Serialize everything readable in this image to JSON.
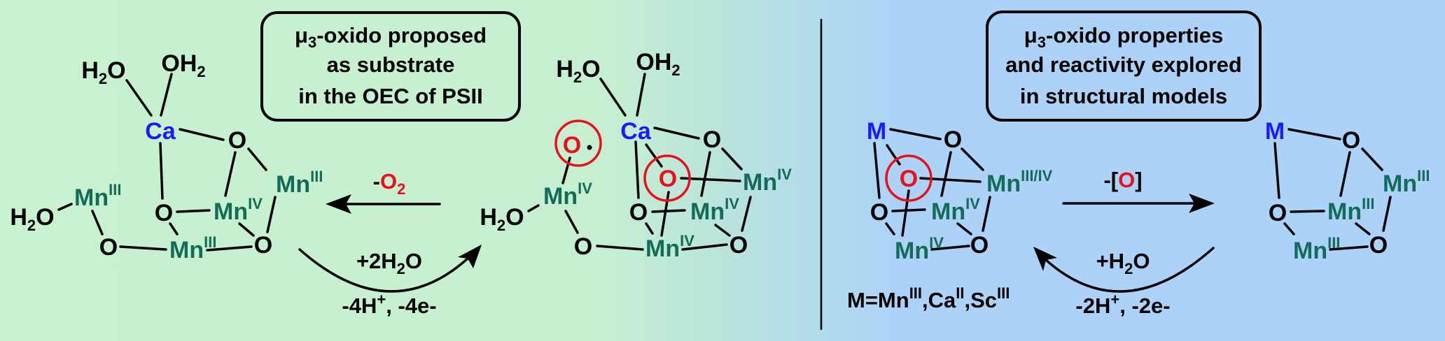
{
  "colors": {
    "left_bg": "#c7f1cf",
    "right_bg": "#acd3f7",
    "mn": "#136b5a",
    "metal": "#1a1aff",
    "oxygen_highlight": "#e8111b"
  },
  "left_box": {
    "line1": {
      "mu": "μ",
      "sub": "3",
      "rest": "-oxido proposed"
    },
    "line2": "as substrate",
    "line3": "in the OEC of PSII"
  },
  "right_box": {
    "line1": {
      "mu": "μ",
      "sub": "3",
      "rest": "-oxido properties"
    },
    "line2": "and reactivity explored",
    "line3": "in structural models"
  },
  "atoms": {
    "O": "O",
    "Ca": "Ca",
    "M": "M",
    "Mn": "Mn",
    "H": "H",
    "two": "2",
    "radical_dot": "·"
  },
  "ox": {
    "III": "III",
    "IV": "IV",
    "III_IV": "III/IV",
    "II": "II"
  },
  "left_reaction": {
    "forward_label": {
      "minus": "-",
      "O": "O",
      "sub": "2"
    },
    "reverse_top": {
      "pre": "+2H",
      "sub": "2",
      "post": "O"
    },
    "reverse_bottom": {
      "pre": "-4H",
      "sup": "+",
      "post": ", -4e-"
    }
  },
  "right_reaction": {
    "forward_label": {
      "pre": "-[",
      "O": "O",
      "post": "]"
    },
    "reverse_top": {
      "pre": "+H",
      "sub": "2",
      "post": "O"
    },
    "reverse_bottom": {
      "pre": "-2H",
      "sup": "+",
      "post": ", -2e-"
    }
  },
  "metal_legend": {
    "p1": "M=Mn",
    "s1": "III",
    "p2": ",Ca",
    "s2": "II",
    "p3": ",Sc",
    "s3": "III"
  }
}
